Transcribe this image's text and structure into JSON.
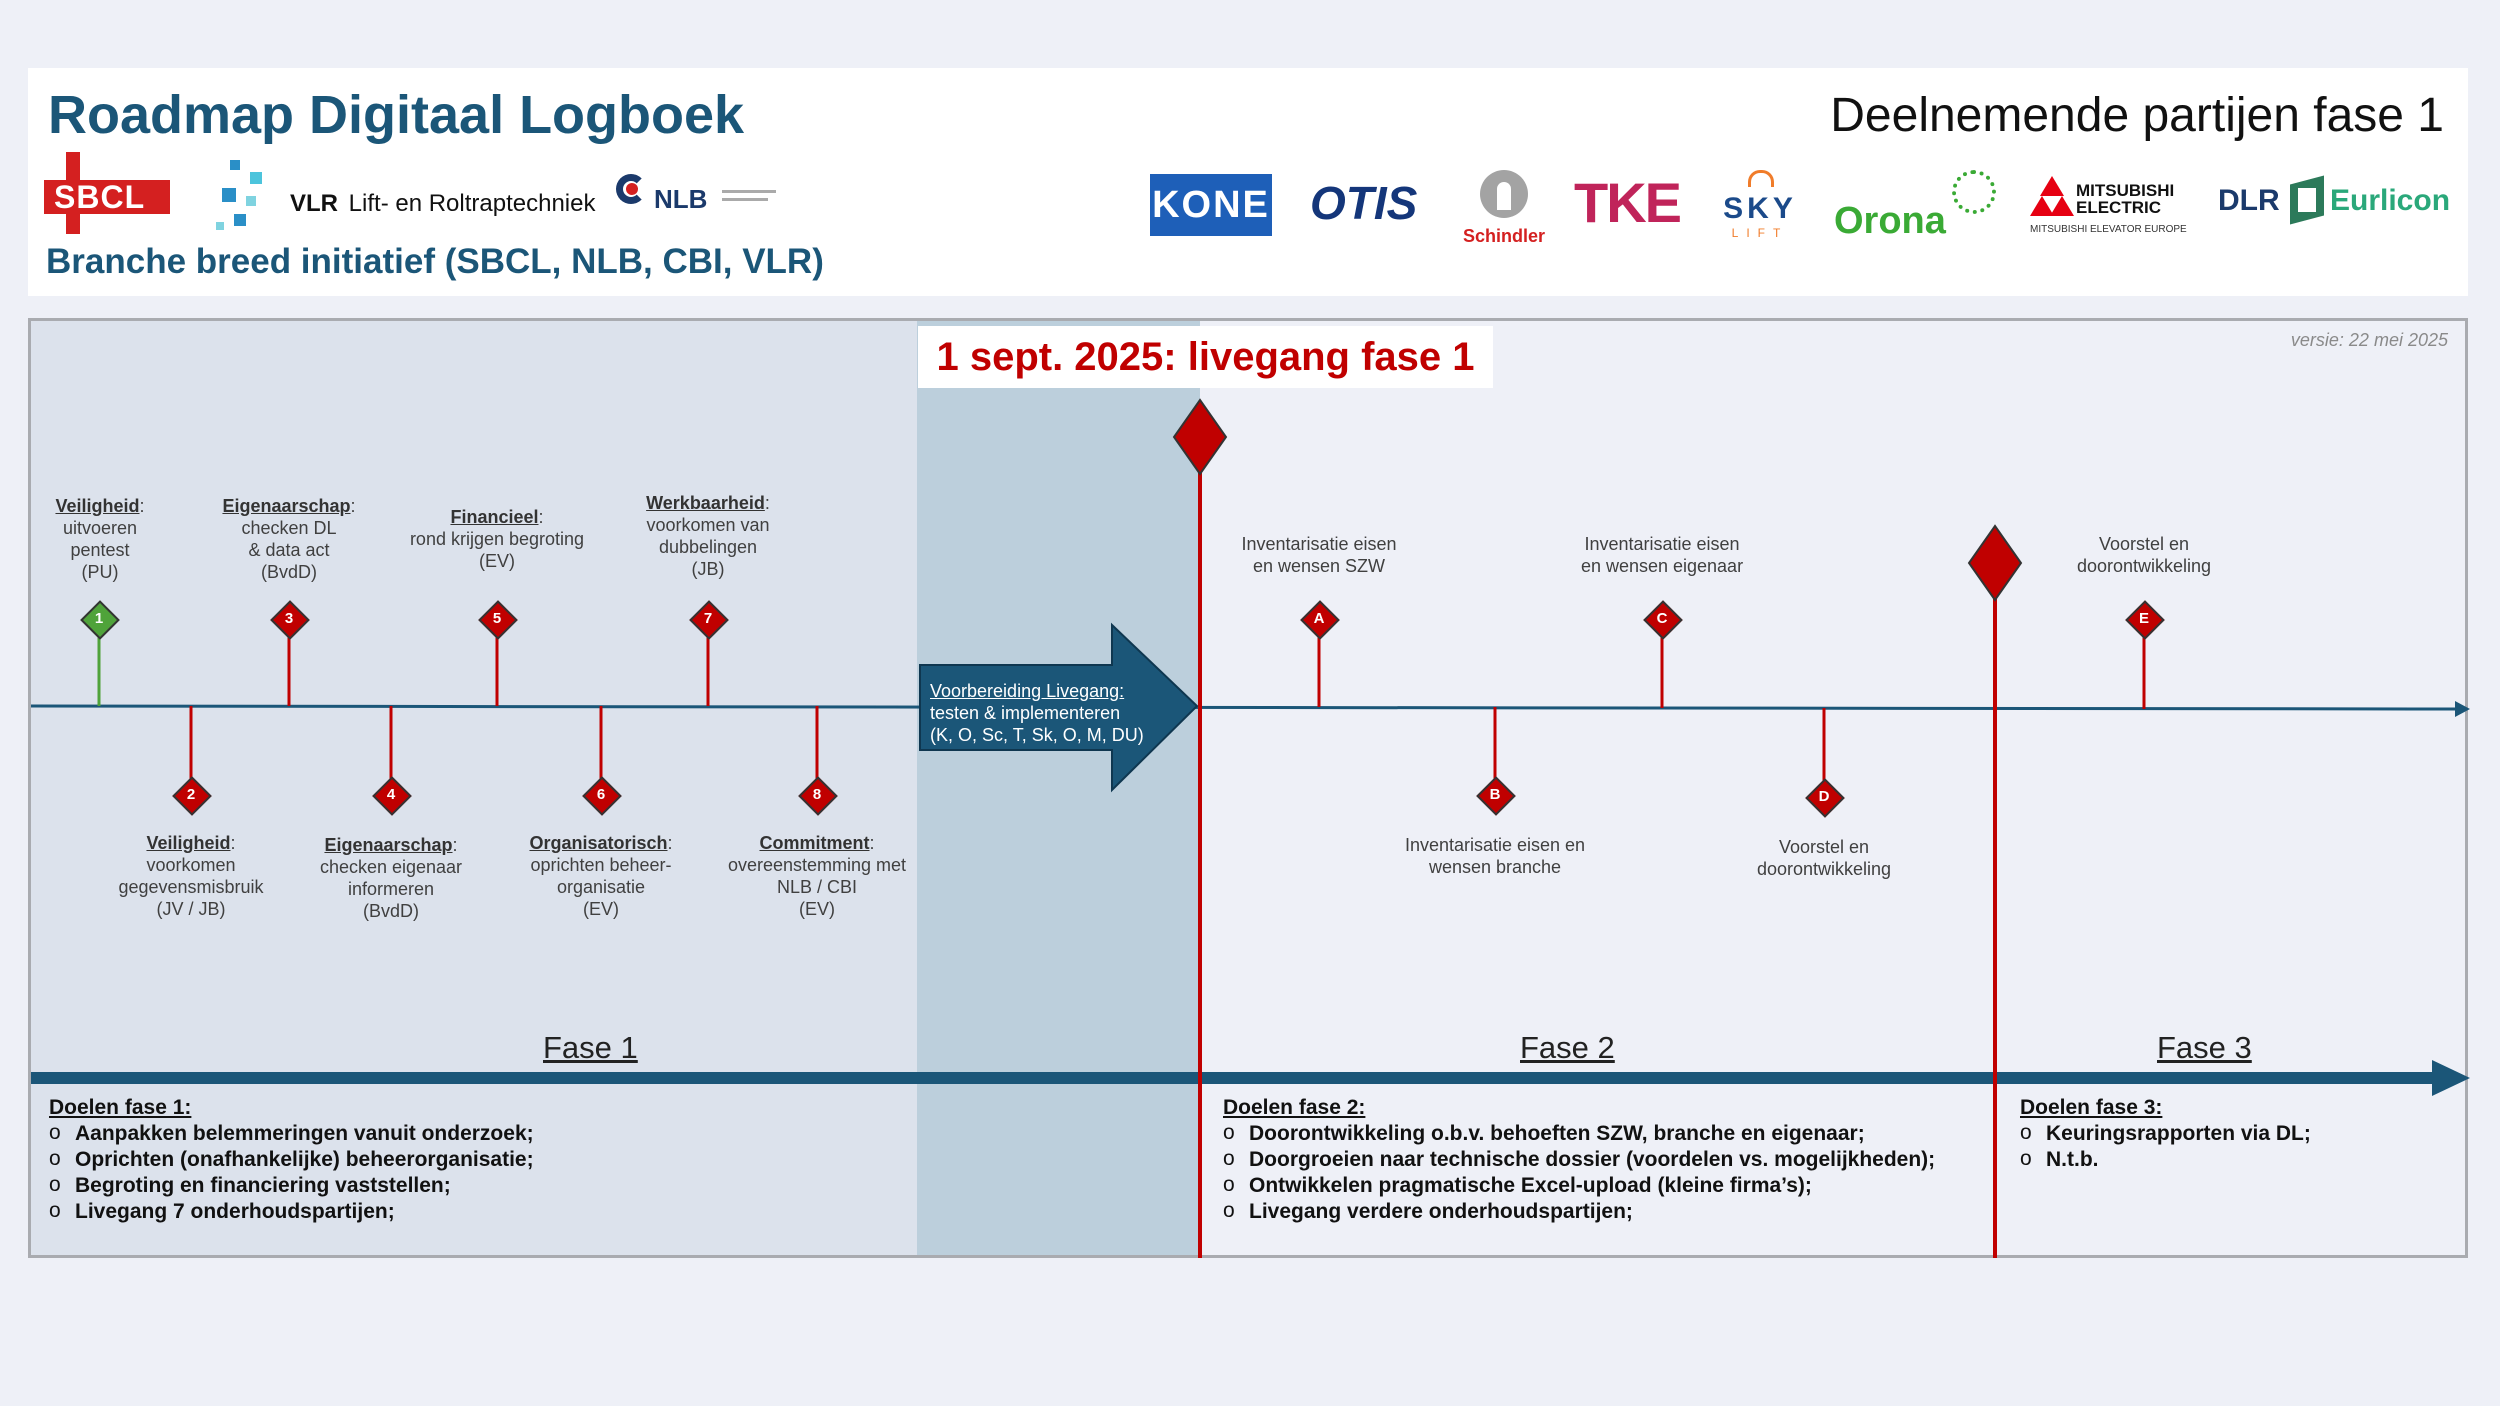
{
  "header": {
    "title": "Roadmap Digitaal Logboek",
    "subtitle": "Branche breed initiatief (SBCL, NLB, CBI, VLR)",
    "partners_title": "Deelnemende partijen fase 1",
    "org_logos": {
      "sbcl": "SBCL",
      "vlr": "VLR",
      "vlr_sub": "Lift- en Roltraptechniek",
      "nlb": "NLB"
    },
    "partner_logos": {
      "kone": "KONE",
      "otis": "OTIS",
      "schindler": "Schindler",
      "tke": "TKE",
      "sky": "SKY",
      "sky_sub": "LIFT",
      "orona": "Orona",
      "mitsubishi": "MITSUBISHI ELECTRIC",
      "mitsubishi_sub": "MITSUBISHI ELEVATOR EUROPE",
      "dlr": "DLR",
      "eurlicon": "Eurlicon"
    }
  },
  "colors": {
    "navy": "#1b5678",
    "red": "#c00000",
    "green": "#4fa33a",
    "prep": "#bccfdc",
    "phase1": "#dce2ec"
  },
  "banner": {
    "livegang": "1 sept. 2025: livegang fase 1",
    "version": "versie: 22 mei 2025"
  },
  "phase1_milestones": {
    "m1": {
      "num": "1",
      "heading": "Veiligheid",
      "text": [
        "uitvoeren",
        "pentest",
        "(PU)"
      ]
    },
    "m2": {
      "num": "2",
      "heading": "Veiligheid",
      "text": [
        "voorkomen",
        "gegevensmisbruik",
        "(JV / JB)"
      ]
    },
    "m3": {
      "num": "3",
      "heading": "Eigenaarschap",
      "text": [
        "checken DL",
        "& data act",
        "(BvdD)"
      ]
    },
    "m4": {
      "num": "4",
      "heading": "Eigenaarschap",
      "text": [
        "checken eigenaar",
        "informeren",
        "(BvdD)"
      ]
    },
    "m5": {
      "num": "5",
      "heading": "Financieel",
      "text": [
        "rond krijgen begroting",
        "(EV)"
      ]
    },
    "m6": {
      "num": "6",
      "heading": "Organisatorisch",
      "text": [
        "oprichten beheer-",
        "organisatie",
        "(EV)"
      ]
    },
    "m7": {
      "num": "7",
      "heading": "Werkbaarheid",
      "text": [
        "voorkomen van",
        "dubbelingen",
        "(JB)"
      ]
    },
    "m8": {
      "num": "8",
      "heading": "Commitment",
      "text": [
        "overeenstemming met",
        "NLB / CBI",
        "(EV)"
      ]
    }
  },
  "prep_arrow": {
    "heading": "Voorbereiding Livegang:",
    "line1": "testen & implementeren",
    "line2": "(K, O, Sc, T, Sk, O, M, DU)"
  },
  "phase2_milestones": {
    "a": {
      "num": "A",
      "text": [
        "Inventarisatie eisen",
        "en wensen SZW"
      ]
    },
    "b": {
      "num": "B",
      "text": [
        "Inventarisatie eisen en",
        "wensen branche"
      ]
    },
    "c": {
      "num": "C",
      "text": [
        "Inventarisatie eisen",
        "en wensen eigenaar"
      ]
    },
    "d": {
      "num": "D",
      "text": [
        "Voorstel en",
        "doorontwikkeling"
      ]
    },
    "e": {
      "num": "E",
      "text": [
        "Voorstel en",
        "doorontwikkeling"
      ]
    }
  },
  "phases": {
    "fase1": "Fase 1",
    "fase2": "Fase 2",
    "fase3": "Fase 3"
  },
  "goals": {
    "fase1": {
      "title": "Doelen fase 1:",
      "items": [
        "Aanpakken belemmeringen vanuit onderzoek;",
        "Oprichten (onafhankelijke) beheerorganisatie;",
        "Begroting en financiering vaststellen;",
        "Livegang 7 onderhoudspartijen;"
      ]
    },
    "fase2": {
      "title": "Doelen fase 2:",
      "items": [
        "Doorontwikkeling o.b.v. behoeften SZW, branche en eigenaar;",
        "Doorgroeien naar technische dossier (voordelen vs. mogelijkheden);",
        "Ontwikkelen pragmatische Excel-upload (kleine firma’s);",
        "Livegang verdere onderhoudspartijen;"
      ]
    },
    "fase3": {
      "title": "Doelen fase 3:",
      "items": [
        "Keuringsrapporten via DL;",
        "N.t.b."
      ]
    }
  }
}
